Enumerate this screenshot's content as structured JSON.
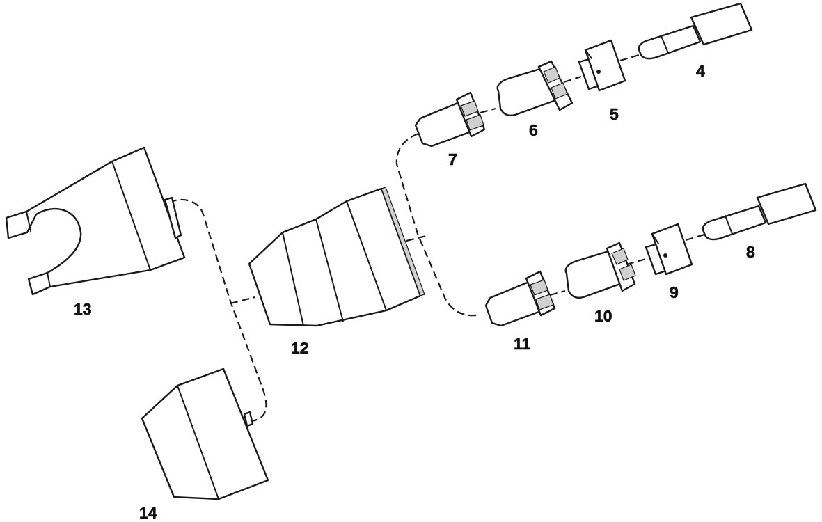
{
  "diagram": {
    "labels": {
      "l4": "4",
      "l5": "5",
      "l6": "6",
      "l7": "7",
      "l8": "8",
      "l9": "9",
      "l10": "10",
      "l11": "11",
      "l12": "12",
      "l13": "13",
      "l14": "14"
    }
  }
}
